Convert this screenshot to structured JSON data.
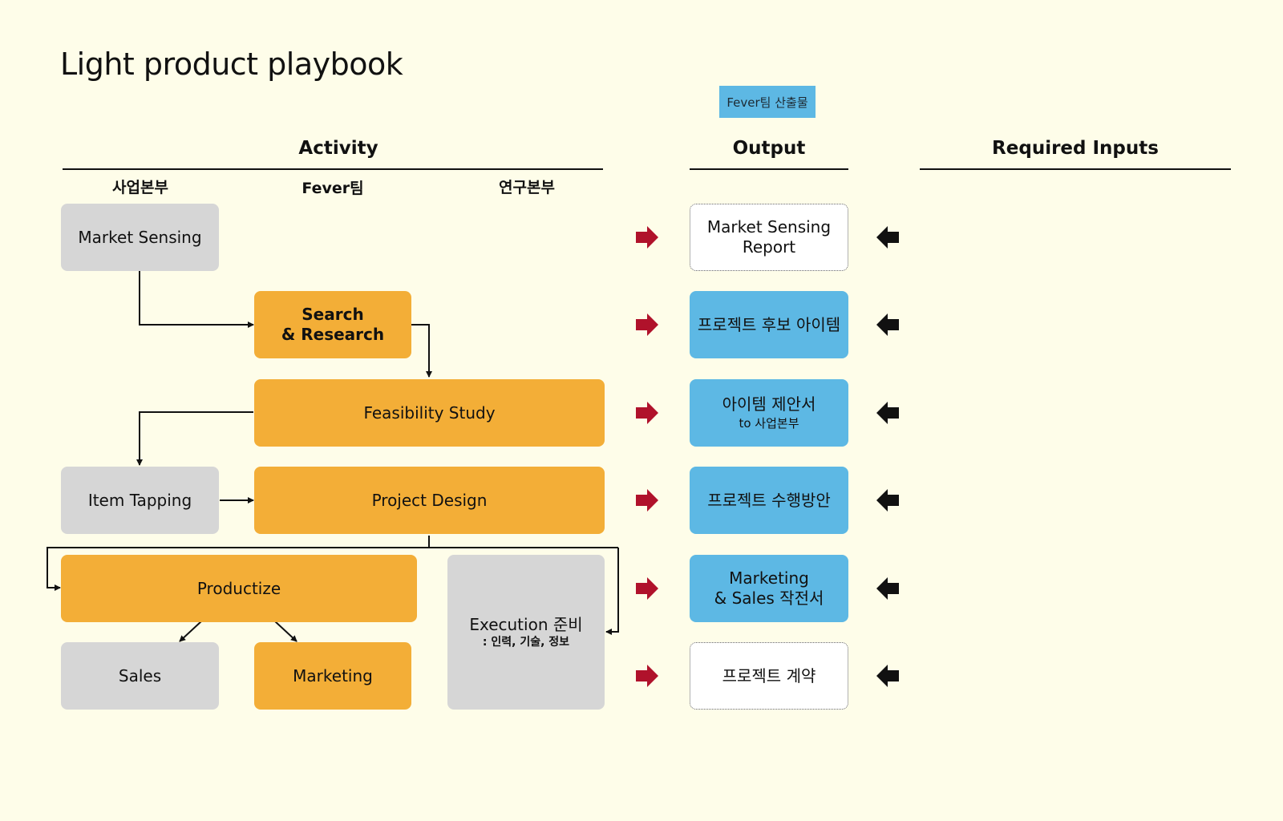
{
  "title": "Light product playbook",
  "legend": {
    "label": "Fever팀 산출물"
  },
  "columns": {
    "activity": "Activity",
    "output": "Output",
    "required_inputs": "Required Inputs"
  },
  "lanes": [
    "사업본부",
    "Fever팀",
    "연구본부"
  ],
  "activities": {
    "market_sensing": "Market Sensing",
    "search_research": [
      "Search",
      "& Research"
    ],
    "feasibility": "Feasibility Study",
    "item_tapping": "Item Tapping",
    "project_design": "Project Design",
    "productize": "Productize",
    "execution": {
      "title": "Execution 준비",
      "detail": ": 인력, 기술, 정보"
    },
    "sales": "Sales",
    "marketing": "Marketing"
  },
  "outputs": [
    {
      "lines": [
        "Market Sensing",
        "Report"
      ],
      "style": "outline"
    },
    {
      "lines": [
        "프로젝트 후보 아이템"
      ],
      "style": "blue"
    },
    {
      "lines": [
        "아이템 제안서"
      ],
      "note": "to 사업본부",
      "style": "blue"
    },
    {
      "lines": [
        "프로젝트 수행방안"
      ],
      "style": "blue"
    },
    {
      "lines": [
        "Marketing",
        "& Sales 작전서"
      ],
      "style": "blue"
    },
    {
      "lines": [
        "프로젝트 계약"
      ],
      "style": "outline"
    }
  ],
  "colors": {
    "background": "#fefde9",
    "gray_box": "#d6d6d6",
    "orange_box": "#f3ae37",
    "blue_box": "#5db8e4",
    "red_arrow": "#b0122b",
    "black_arrow": "#111111"
  },
  "icons": {
    "output_arrow": "red-right-arrow-icon",
    "input_arrow": "black-left-arrow-icon"
  }
}
